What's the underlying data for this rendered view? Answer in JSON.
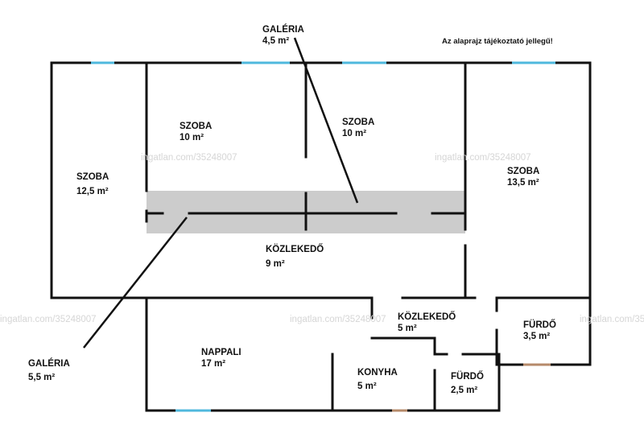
{
  "note": "Az alaprajz tájékoztató jellegű!",
  "watermark": "ingatlan.com/35248007",
  "rooms": {
    "galeria_top": {
      "name": "GALÉRIA",
      "area": "4,5 m²"
    },
    "szoba_left": {
      "name": "SZOBA",
      "area": "12,5 m²"
    },
    "szoba_mid1": {
      "name": "SZOBA",
      "area": "10 m²"
    },
    "szoba_mid2": {
      "name": "SZOBA",
      "area": "10 m²"
    },
    "szoba_right": {
      "name": "SZOBA",
      "area": "13,5 m²"
    },
    "kozlekedo_big": {
      "name": "KÖZLEKEDŐ",
      "area": "9 m²"
    },
    "kozlekedo_small": {
      "name": "KÖZLEKEDŐ",
      "area": "5 m²"
    },
    "nappali": {
      "name": "NAPPALI",
      "area": "17 m²"
    },
    "konyha": {
      "name": "KONYHA",
      "area": "5 m²"
    },
    "furdo_right": {
      "name": "FÜRDŐ",
      "area": "3,5 m²"
    },
    "furdo_small": {
      "name": "FÜRDŐ",
      "area": "2,5 m²"
    },
    "galeria_left": {
      "name": "GALÉRIA",
      "area": "5,5 m²"
    }
  },
  "colors": {
    "wall": "#111111",
    "window": "#4fb8dd",
    "door": "#b58a6a",
    "gallery": "#cccccc"
  }
}
